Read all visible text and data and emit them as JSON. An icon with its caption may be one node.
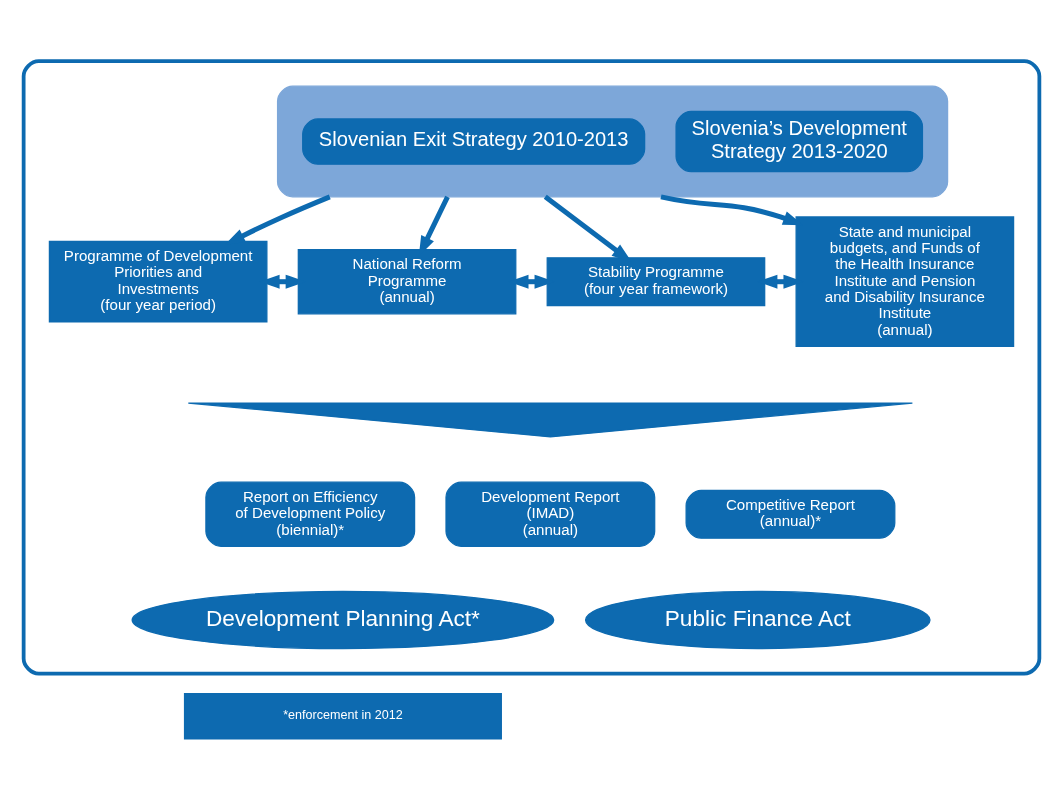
{
  "diagram": {
    "nodes": [
      {
        "text": [],
        "shape": "box"
      },
      {
        "text": [],
        "shape": "box",
        "in": 0
      },
      {
        "text": [
          "Slovenian Exit Strategy 2010-2013"
        ],
        "in": 1
      },
      {
        "text": [
          "Slovenia’s Development Strategy 2013-2020"
        ],
        "in": 1
      },
      {
        "text": [
          "Programme of Development Priorities and Investments",
          "(four year period)"
        ],
        "in": 0
      },
      {
        "text": [
          "National Reform Programme",
          "(annual)"
        ],
        "in": 0
      },
      {
        "text": [
          "Stability Programme",
          "(four year framework)"
        ],
        "in": 0
      },
      {
        "text": [
          "State and municipal budgets, and Funds of the Health Insurance Institute and Pension and Disability Insurance Institute",
          "(annual)"
        ],
        "in": 0
      },
      {
        "text": [],
        "shape": "triangle",
        "in": 0
      },
      {
        "text": [
          "Report on Efficiency of Development Policy",
          "(biennial)*"
        ],
        "in": 0
      },
      {
        "text": [
          "Development Report (IMAD)",
          "(annual)"
        ],
        "in": 0
      },
      {
        "text": [
          "Competitive Report",
          "(annual)*"
        ],
        "in": 0
      },
      {
        "text": [
          "Development Planning Act*"
        ],
        "in": 0
      },
      {
        "text": [
          "Public Finance Act"
        ],
        "in": 0
      },
      {
        "text": [
          "*enforcement in 2012"
        ]
      }
    ],
    "edges": [
      {
        "from": 1,
        "to": 4,
        "arrow": "to"
      },
      {
        "from": 1,
        "to": 5,
        "arrow": "to"
      },
      {
        "from": 1,
        "to": 6,
        "arrow": "to"
      },
      {
        "from": 1,
        "to": 7,
        "arrow": "to"
      },
      {
        "from": 4,
        "to": 5,
        "arrow": "both"
      },
      {
        "from": 5,
        "to": 6,
        "arrow": "both"
      },
      {
        "from": 6,
        "to": 7,
        "arrow": "both"
      }
    ]
  }
}
